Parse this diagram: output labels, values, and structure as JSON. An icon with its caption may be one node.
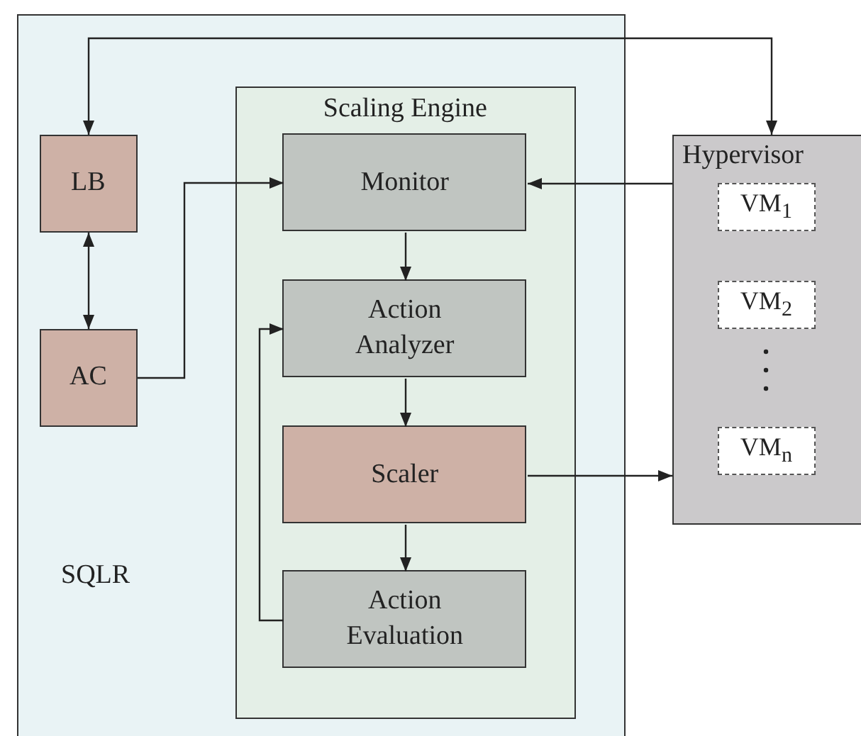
{
  "diagram": {
    "nodes": [
      {
        "text": [
          "SQLR"
        ]
      },
      {
        "text": [
          "LB"
        ],
        "in": 0
      },
      {
        "text": [
          "AC"
        ],
        "in": 0
      },
      {
        "text": [
          "Scaling Engine"
        ],
        "in": 0
      },
      {
        "text": [
          "Monitor"
        ],
        "in": 3
      },
      {
        "text": [
          "Action Analyzer"
        ],
        "in": 3
      },
      {
        "text": [
          "Scaler"
        ],
        "in": 3
      },
      {
        "text": [
          "Action Evaluation"
        ],
        "in": 3
      },
      {
        "text": [
          "Hypervisor"
        ]
      },
      {
        "text": [
          "VM$_{1}$"
        ],
        "in": 8
      },
      {
        "text": [
          "VM$_{2}$"
        ],
        "in": 8
      },
      {
        "text": [
          "VM$_{n}$"
        ],
        "in": 8
      }
    ],
    "edges": [
      {
        "from": 1,
        "to": 8,
        "arrow": "both"
      },
      {
        "from": 1,
        "to": 2,
        "arrow": "both"
      },
      {
        "from": 2,
        "to": 4,
        "arrow": "to"
      },
      {
        "from": 8,
        "to": 4,
        "arrow": "to"
      },
      {
        "from": 4,
        "to": 5,
        "arrow": "to"
      },
      {
        "from": 5,
        "to": 6,
        "arrow": "to"
      },
      {
        "from": 6,
        "to": 7,
        "arrow": "to"
      },
      {
        "from": 7,
        "to": 5,
        "arrow": "to"
      },
      {
        "from": 6,
        "to": 8,
        "arrow": "to"
      }
    ]
  }
}
